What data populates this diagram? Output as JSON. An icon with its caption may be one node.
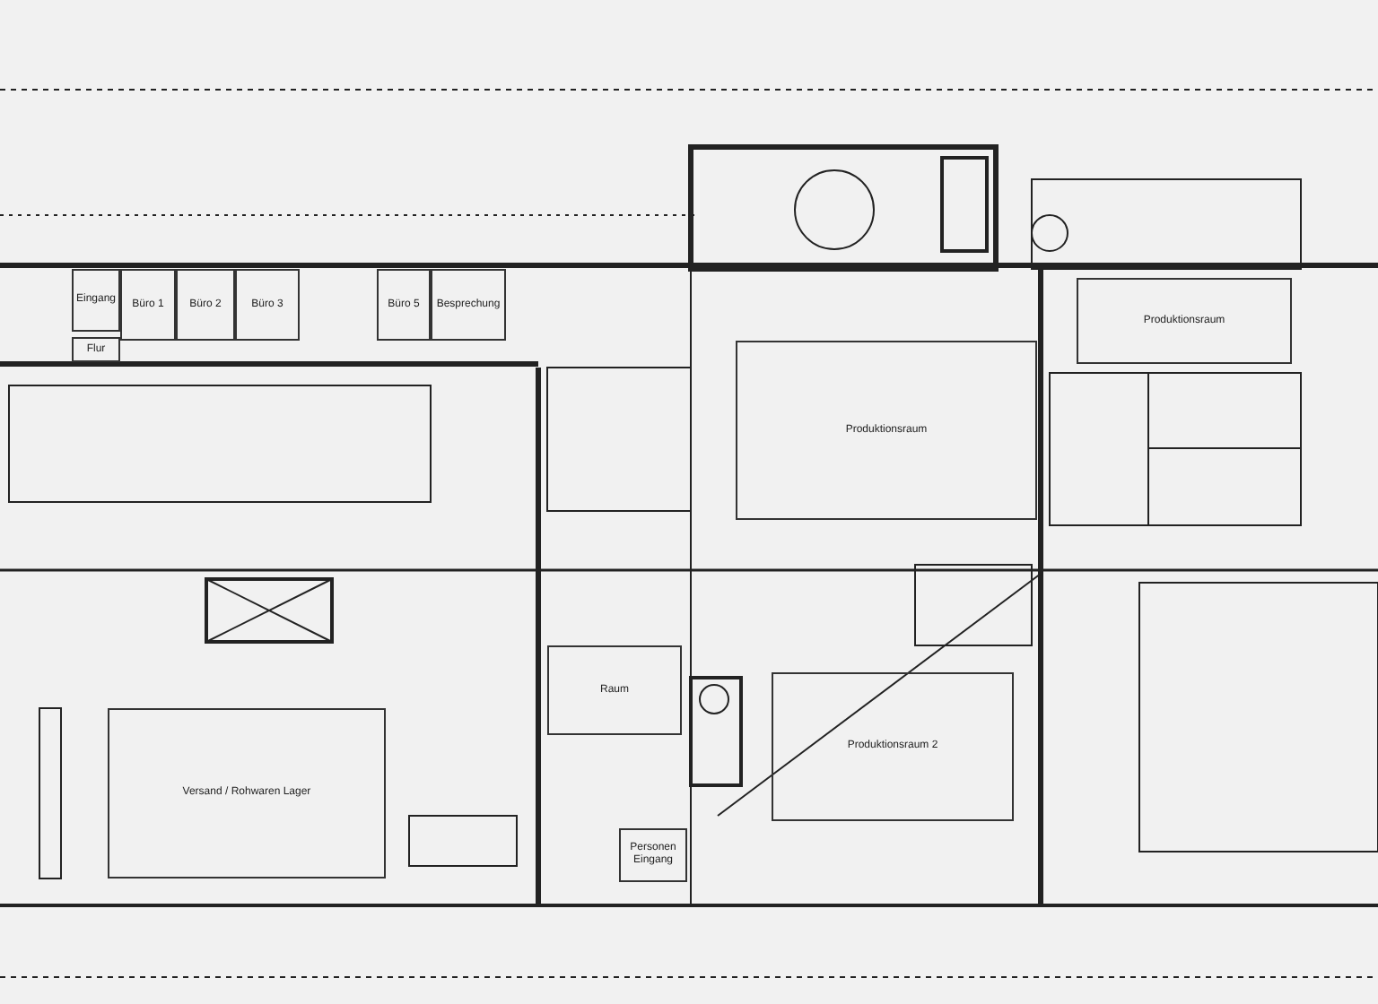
{
  "diagram": {
    "nodes": [
      {
        "text": [
          "Eingang"
        ]
      },
      {
        "text": [
          "Büro 1"
        ]
      },
      {
        "text": [
          "Büro 2"
        ]
      },
      {
        "text": [
          "Büro 3"
        ]
      },
      {
        "text": [
          "Büro 5"
        ]
      },
      {
        "text": [
          "Besprechung"
        ]
      },
      {
        "text": [
          "Flur"
        ]
      },
      {
        "text": [
          "Produktionsraum"
        ]
      },
      {
        "text": [
          "Produktionsraum"
        ]
      },
      {
        "text": [
          "Raum"
        ]
      },
      {
        "text": [
          "Personen Eingang"
        ]
      },
      {
        "text": [
          "Produktionsraum 2"
        ]
      },
      {
        "text": [
          "Versand / Rohwaren Lager"
        ]
      }
    ],
    "edges": []
  }
}
